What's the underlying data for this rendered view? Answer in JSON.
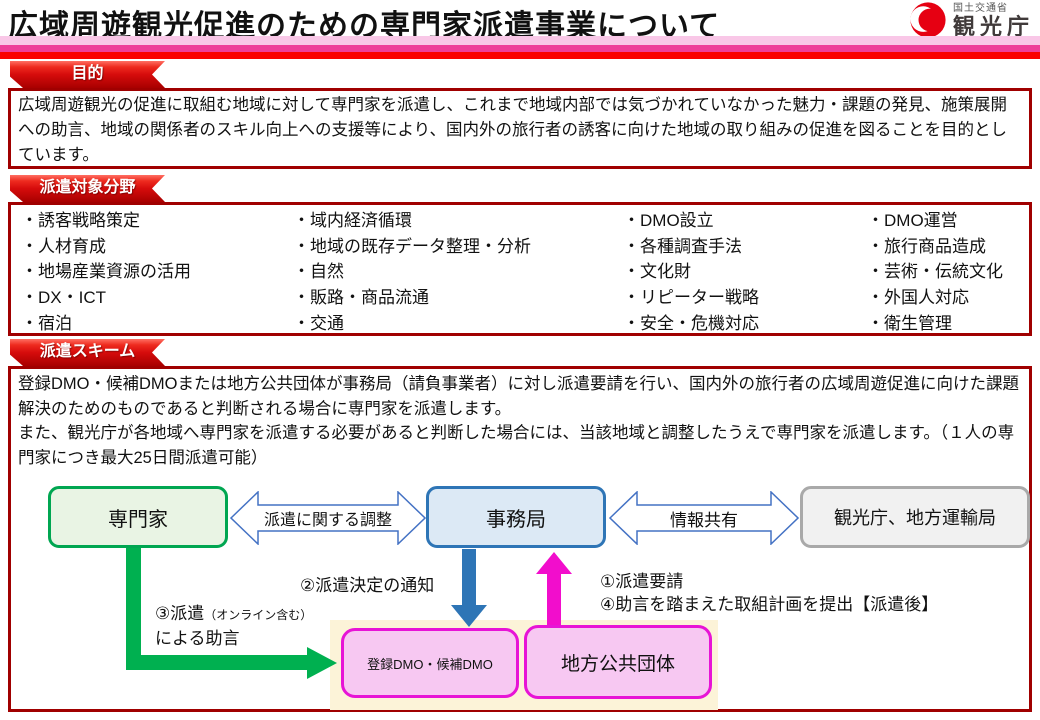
{
  "header": {
    "title": "広域周遊観光促進のための専門家派遣事業について",
    "logo_ministry": "国土交通省",
    "logo_agency": "観光庁"
  },
  "purpose": {
    "tab": "目的",
    "body": "広域周遊観光の促進に取組む地域に対して専門家を派遣し、これまで地域内部では気づかれていなかった魅力・課題の発見、施策展開への助言、地域の関係者のスキル向上への支援等により、国内外の旅行者の誘客に向けた地域の取り組みの促進を図ることを目的としています。"
  },
  "fields": {
    "tab": "派遣対象分野",
    "columns": [
      {
        "items": [
          "・誘客戦略策定",
          "・人材育成",
          "・地場産業資源の活用",
          "・DX・ICT",
          "・宿泊"
        ]
      },
      {
        "items": [
          "・域内経済循環",
          "・地域の既存データ整理・分析",
          "・自然",
          "・販路・商品流通",
          "・交通"
        ]
      },
      {
        "items": [
          "・DMO設立",
          "・各種調査手法",
          "・文化財",
          "・リピーター戦略",
          "・安全・危機対応"
        ]
      },
      {
        "items": [
          "・DMO運営",
          "・旅行商品造成",
          "・芸術・伝統文化",
          "・外国人対応",
          "・衛生管理"
        ]
      }
    ]
  },
  "scheme": {
    "tab": "派遣スキーム",
    "para1": "登録DMO・候補DMOまたは地方公共団体が事務局（請負事業者）に対し派遣要請を行い、国内外の旅行者の広域周遊促進に向けた課題解決のためのものであると判断される場合に専門家を派遣します。",
    "para2": "また、観光庁が各地域へ専門家を派遣する必要があると判断した場合には、当該地域と調整したうえで専門家を派遣します。（１人の専門家につき最大25日間派遣可能）",
    "diagram": {
      "expert": "専門家",
      "secretariat": "事務局",
      "agency": "観光庁、地方運輸局",
      "arrow_coordination": "派遣に関する調整",
      "arrow_info": "情報共有",
      "label_notice": "②派遣決定の通知",
      "label_request": "①派遣要請",
      "label_plan": "④助言を踏まえた取組計画を提出【派遣後】",
      "label_dispatch": "③派遣",
      "label_dispatch_note": "（オンライン含む）",
      "label_dispatch2": "による助言",
      "dmo": "登録DMO・候補DMO",
      "local_gov": "地方公共団体"
    }
  },
  "colors": {
    "logo_red": "#E60012",
    "dark_red_border": "#A00000",
    "bar_light_pink": "#F9C7E7",
    "bar_deep_pink": "#EE3E99",
    "bar_red": "#FA0000",
    "tab_red": "#D60C0C",
    "green_box_border": "#00A651",
    "blue_box_border": "#2E75B6",
    "gray_box_border": "#A9A9A9",
    "magenta_box_border": "#E714D6",
    "magenta_box_fill": "#F7C8F2",
    "cream_panel": "#FCF3D8",
    "green_arrow": "#00B050",
    "blue_arrow": "#2E75B6",
    "magenta_arrow": "#F20DCC",
    "double_arrow_outline": "#4472C4"
  }
}
